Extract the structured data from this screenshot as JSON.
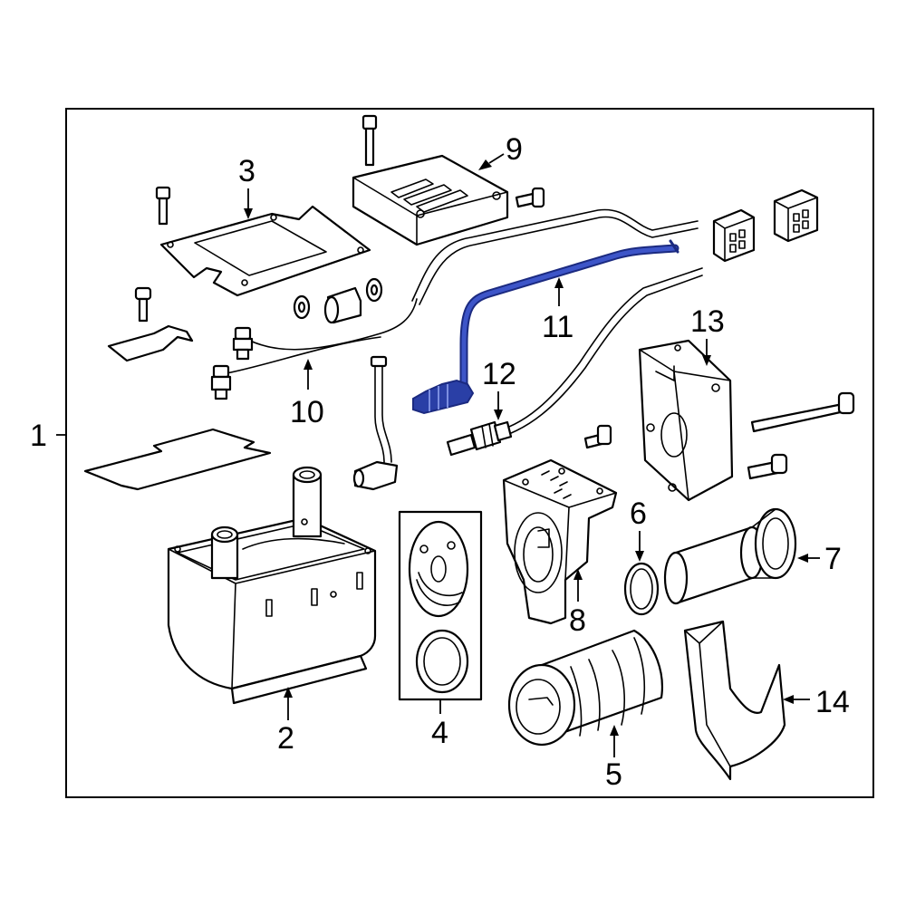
{
  "colors": {
    "line": "#000000",
    "background": "#ffffff",
    "highlight": "#2a3fa6",
    "highlight_dark": "#1b2a80"
  },
  "highlighted_part": "11",
  "callouts": [
    {
      "id": "1",
      "label": "1"
    },
    {
      "id": "2",
      "label": "2"
    },
    {
      "id": "3",
      "label": "3"
    },
    {
      "id": "4",
      "label": "4"
    },
    {
      "id": "5",
      "label": "5"
    },
    {
      "id": "6",
      "label": "6"
    },
    {
      "id": "7",
      "label": "7"
    },
    {
      "id": "8",
      "label": "8"
    },
    {
      "id": "9",
      "label": "9"
    },
    {
      "id": "10",
      "label": "10"
    },
    {
      "id": "11",
      "label": "11"
    },
    {
      "id": "12",
      "label": "12"
    },
    {
      "id": "13",
      "label": "13"
    },
    {
      "id": "14",
      "label": "14"
    }
  ]
}
